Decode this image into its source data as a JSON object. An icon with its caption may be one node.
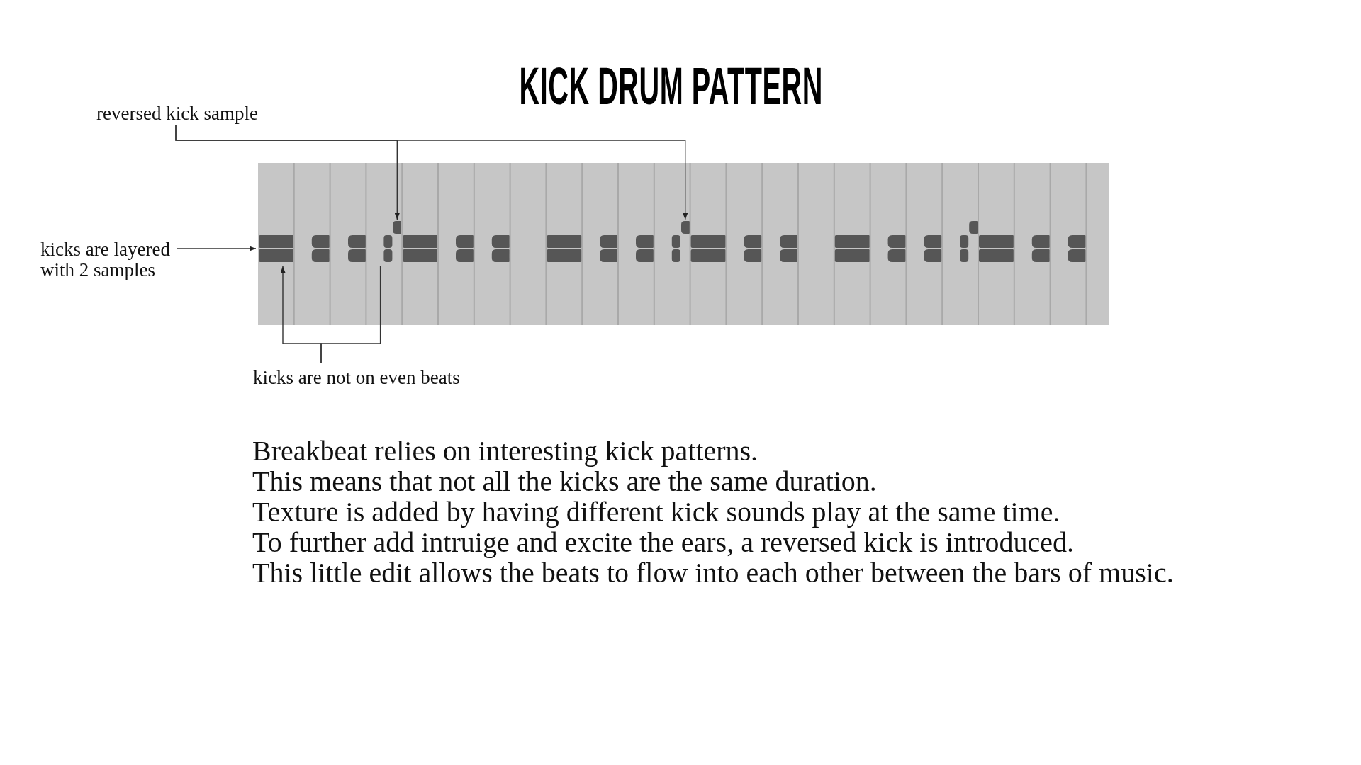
{
  "diagram": {
    "title": "KICK DRUM PATTERN",
    "nodes": [
      {
        "text": [
          "reversed kick sample"
        ]
      },
      {
        "text": [],
        "shape": "bar"
      },
      {
        "text": [],
        "shape": "bar"
      },
      {
        "text": [
          "kicks are layered with 2 samples"
        ]
      },
      {
        "text": [],
        "shape": "bar"
      },
      {
        "text": [
          "kicks are not on even beats"
        ]
      },
      {
        "text": [],
        "shape": "bar"
      }
    ],
    "edges": [
      {
        "from": 0,
        "to": 1,
        "arrow": "to"
      },
      {
        "from": 0,
        "to": 2,
        "arrow": "to"
      },
      {
        "from": 3,
        "to": 4,
        "arrow": "to"
      },
      {
        "from": 5,
        "to": 4,
        "arrow": "to"
      },
      {
        "from": 5,
        "to": 6,
        "arrow": "none"
      }
    ],
    "labels": [
      "Breakbeat relies on interesting kick patterns.",
      "This means that not all the kicks are the same duration.",
      "Texture is added by having different kick sounds play at the same time.",
      "To further add intruige and excite the ears, a reversed kick is introduced.",
      "This little edit allows the beats to flow into each other between the bars of music."
    ]
  }
}
